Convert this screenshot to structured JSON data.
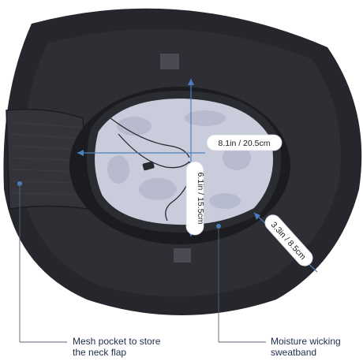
{
  "colors": {
    "hat_brim": "#26272c",
    "hat_crown": "#1b1c20",
    "lining": "#c9ccdb",
    "guide_line": "#4a7fc0",
    "label_bg": "#ffffff",
    "caption_text": "#1e2d4a"
  },
  "dimensions": {
    "width_label": "8.1in / 20.5cm",
    "length_label": "6.1in / 15.5cm",
    "diagonal_label": "3.3in / 8.5cm"
  },
  "callouts": {
    "mesh_pocket_line1": "Mesh pocket to store",
    "mesh_pocket_line2": "the neck flap",
    "sweatband_line1": "Moisture wicking",
    "sweatband_line2": "sweatband"
  }
}
